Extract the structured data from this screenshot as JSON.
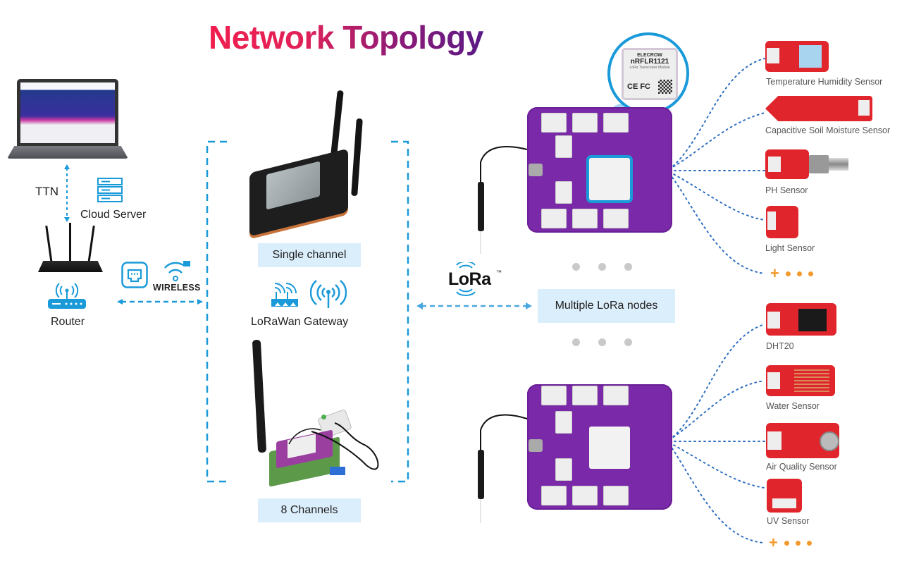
{
  "title": "Network Topology",
  "left": {
    "laptop": {
      "icon": "laptop-icon"
    },
    "ttn_label": "TTN",
    "cloud_server": {
      "icon": "server-stack-icon",
      "label": "Cloud Server"
    },
    "router": {
      "icon": "router-icon",
      "label": "Router"
    },
    "connection": {
      "ethernet_icon": "ethernet-port-icon",
      "wifi_icon": "wifi-cable-icon",
      "label": "WIRELESS"
    }
  },
  "gateway": {
    "single_channel_label": "Single channel",
    "eight_channels_label": "8 Channels",
    "section_label": "LoRaWan Gateway",
    "icons": [
      "router-signal-icon",
      "antenna-signal-icon"
    ]
  },
  "lora": {
    "logo_text": "LoRa",
    "trademark": "™",
    "nodes_label": "Multiple LoRa nodes"
  },
  "module_callout": {
    "brand": "ELECROW",
    "model": "nRFLR1121",
    "subtitle": "LoRa Transceiver Module",
    "marks": "CE FC"
  },
  "sensors_top": [
    {
      "label": "Temperature Humidity Sensor"
    },
    {
      "label": "Capacitive Soil Moisture Sensor"
    },
    {
      "label": "PH Sensor"
    },
    {
      "label": "Light Sensor"
    }
  ],
  "sensors_bottom": [
    {
      "label": "DHT20"
    },
    {
      "label": "Water Sensor"
    },
    {
      "label": "Air Quality Sensor"
    },
    {
      "label": "UV Sensor"
    }
  ],
  "more_symbol": "+",
  "colors": {
    "accent_blue": "#1a9ad9",
    "dotted_blue": "#2f6ec2",
    "pcb_purple": "#7a2aa8",
    "sensor_red": "#e0262c",
    "more_orange": "#f39a2c",
    "tag_bg": "#dbeefb"
  }
}
